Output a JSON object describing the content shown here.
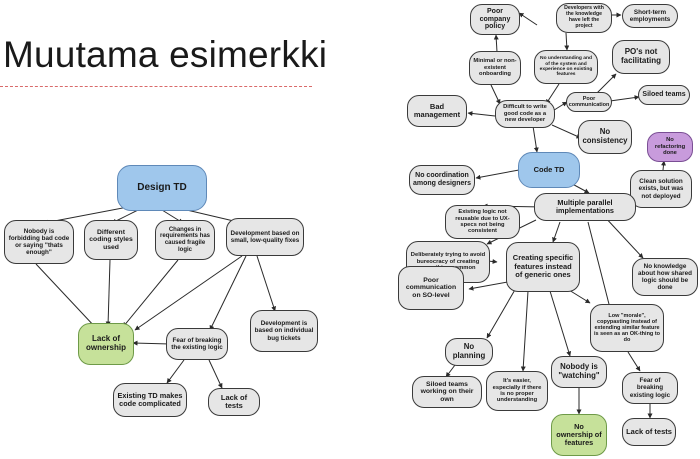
{
  "title": "Muutama esimerkki",
  "left_diagram": {
    "root": "Design TD",
    "forbidding": "Nobody is forbidding bad code or saying \"thats enough\"",
    "coding_styles": "Different coding styles used",
    "changes": "Changes in requirements has caused fragile logic",
    "small_fixes": "Development based on small, low-quality fixes",
    "lack_ownership": "Lack of ownership",
    "fear_breaking": "Fear of breaking the existing logic",
    "bug_tickets": "Development is based on individual bug tickets",
    "complicated": "Existing TD makes code complicated",
    "lack_tests": "Lack of tests"
  },
  "right_diagram": {
    "root": "Code TD",
    "poor_policy": "Poor company policy",
    "developers_left": "Developers with the knowledge have left the project",
    "short_term": "Short-term employments",
    "minimal_onboarding": "Minimal or non-existent onboarding",
    "no_understanding": "No understanding and of the system and experience on existing features",
    "pos_not": "PO's not facilitating",
    "bad_management": "Bad management",
    "difficult": "Difficult to write good code as a new developer",
    "poor_communication": "Poor communication",
    "siloed_teams_top": "Siloed teams",
    "no_consistency": "No consistency",
    "no_refactoring": "No refactoring done",
    "no_coordination": "No coordination among designers",
    "clean_solution": "Clean solution exists, but was not deployed",
    "existing_logic": "Existing logic not reusable due to UX-specs not being consistent",
    "multiple": "Multiple parallel implementations",
    "deliberately": "Deliberately trying to avoid bureocracy of creating something common",
    "no_knowledge": "No knowledge about how shared logic should be done",
    "creating": "Creating specific features instead of generic ones",
    "poor_comm_so": "Poor communication on SO-level",
    "low_morale": "Low \"morale\", copypasting instead of extending similar feature is seen as an OK-thing to do",
    "no_planning": "No planning",
    "siloed_teams_bottom": "Siloed teams working on their own",
    "easier": "It's easier, especially if there is no proper understanding",
    "nobody_watching": "Nobody is \"watching\"",
    "fear_breaking": "Fear of breaking existing logic",
    "no_ownership": "No ownership of features",
    "lack_tests": "Lack of tests"
  },
  "colors": {
    "root": "#9fc7ec",
    "outcome": "#c6e19a",
    "highlight": "#c89bdc",
    "node": "#e6e6e6",
    "underline": "#d96a6a"
  }
}
